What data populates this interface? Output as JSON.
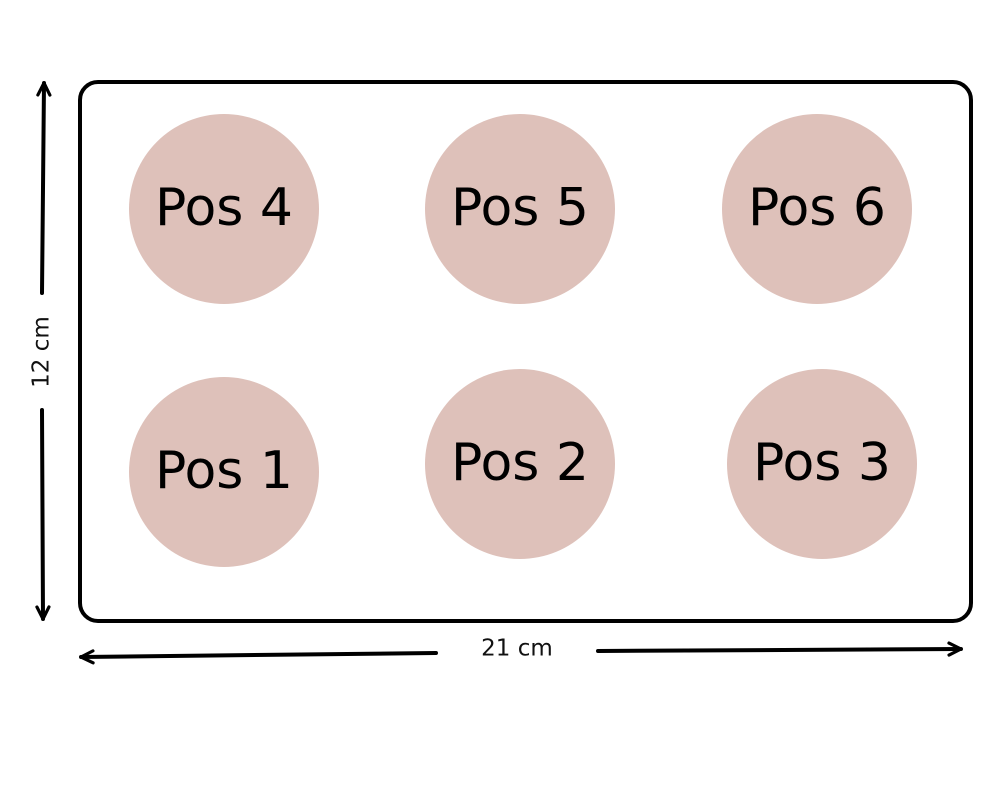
{
  "positions": [
    {
      "label": "Pos 4"
    },
    {
      "label": "Pos 5"
    },
    {
      "label": "Pos 6"
    },
    {
      "label": "Pos 1"
    },
    {
      "label": "Pos 2"
    },
    {
      "label": "Pos 3"
    }
  ],
  "dimensions": {
    "width_label": "21 cm",
    "height_label": "12 cm"
  },
  "colors": {
    "circle_fill": "#dec1ba",
    "outline": "#000000",
    "background": "#ffffff"
  }
}
